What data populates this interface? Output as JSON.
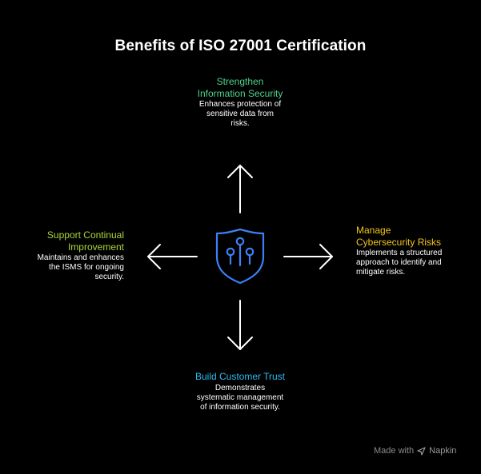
{
  "title": "Benefits of ISO 27001 Certification",
  "colors": {
    "background": "#000000",
    "shield": "#3b82f6",
    "arrows": "#ffffff",
    "strengthen": "#4ed38a",
    "manage": "#f3c51c",
    "support": "#a8d63b",
    "trust": "#2fb9ee"
  },
  "center_icon": "shield-circuit-icon",
  "benefits": {
    "top": {
      "heading": "Strengthen Information Security",
      "description": "Enhances protection of sensitive data from risks."
    },
    "right": {
      "heading": "Manage Cybersecurity Risks",
      "description": "Implements a structured approach to identify and mitigate risks."
    },
    "left": {
      "heading": "Support Continual Improvement",
      "description": "Maintains and enhances the ISMS for ongoing security."
    },
    "bottom": {
      "heading": "Build Customer Trust",
      "description": "Demonstrates systematic management of information security."
    }
  },
  "watermark": {
    "prefix": "Made with",
    "brand": "Napkin",
    "icon": "napkin-logo-icon"
  }
}
